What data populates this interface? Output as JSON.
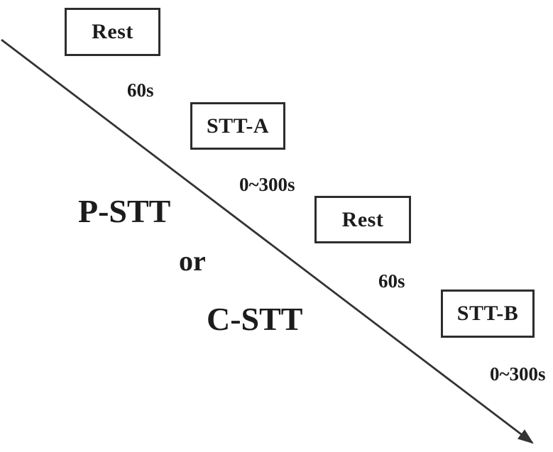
{
  "diagram": {
    "boxes": [
      {
        "label": "Rest"
      },
      {
        "label": "STT-A"
      },
      {
        "label": "Rest"
      },
      {
        "label": "STT-B"
      }
    ],
    "durations": [
      {
        "label": "60s"
      },
      {
        "label": "0~300s"
      },
      {
        "label": "60s"
      },
      {
        "label": "0~300s"
      }
    ],
    "conditions": {
      "primary": "P-STT",
      "conjunction": "or",
      "secondary": "C-STT"
    },
    "colors": {
      "background": "#ffffff",
      "box_border": "#2d2d2d",
      "arrow": "#333333",
      "text": "#1c1c1c"
    }
  }
}
